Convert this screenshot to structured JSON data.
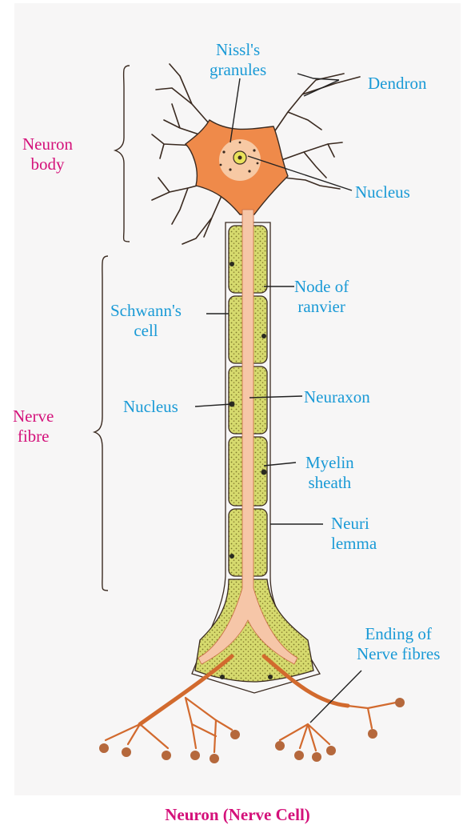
{
  "labels": {
    "nissls_granules": "Nissl's\ngranules",
    "dendron": "Dendron",
    "neuron_body": "Neuron\nbody",
    "nucleus_top": "Nucleus",
    "node_of_ranvier": "Node of\nranvier",
    "schwanns_cell": "Schwann's\ncell",
    "nerve_fibre": "Nerve\nfibre",
    "nucleus_mid": "Nucleus",
    "neuraxon": "Neuraxon",
    "myelin_sheath": "Myelin\nsheath",
    "neurilemma": "Neuri\nlemma",
    "ending_of_nerve_fibres": "Ending of\nNerve fibres"
  },
  "caption": "Neuron (Nerve Cell)",
  "colors": {
    "label_blue": "#1a9ad6",
    "label_magenta": "#d4117a",
    "cell_body": "#ef8a4a",
    "axon": "#f6c6a8",
    "myelin": "#d4d86a",
    "outline": "#3a2a20"
  }
}
